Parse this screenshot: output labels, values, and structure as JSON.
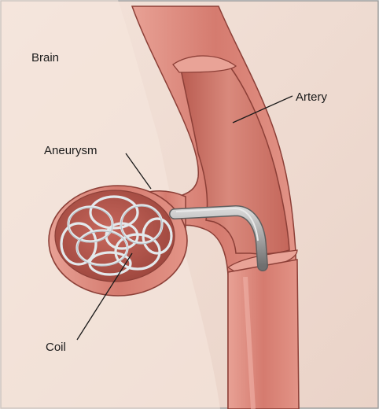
{
  "labels": {
    "brain": "Brain",
    "artery": "Artery",
    "aneurysm": "Aneurysm",
    "coil": "Coil"
  },
  "colors": {
    "background": "#f0ddd3",
    "frame": "#8a8a8a",
    "artery_wall": "#d9867a",
    "artery_interior": "#c96d61",
    "artery_outline": "#8c3f37",
    "coil": "#dfe6ea",
    "catheter": "#9a9a9a"
  }
}
